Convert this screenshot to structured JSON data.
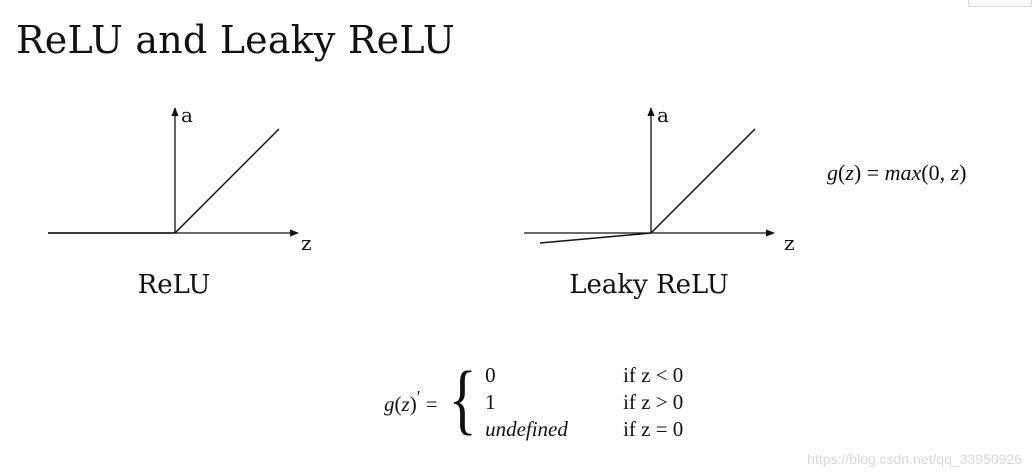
{
  "title": "ReLU and Leaky ReLU",
  "relu": {
    "y_axis_label": "a",
    "x_axis_label": "z",
    "caption": "ReLU"
  },
  "leaky_relu": {
    "y_axis_label": "a",
    "x_axis_label": "z",
    "caption": "Leaky ReLU"
  },
  "formula": {
    "g": "g",
    "open": "(",
    "z": "z",
    "close_eq": ") = ",
    "max": "max",
    "args_open": "(0, ",
    "args_z": "z",
    "args_close": ")"
  },
  "derivative": {
    "g": "g",
    "open": "(",
    "z": "z",
    "close": ")",
    "prime": "′",
    "equals": " =",
    "cases": [
      {
        "value": "0",
        "condition": "if z < 0"
      },
      {
        "value": "1",
        "condition": "if z > 0"
      },
      {
        "value": "undefined",
        "condition": "if z = 0"
      }
    ]
  },
  "watermark": "https://blog.csdn.net/qq_33950926"
}
